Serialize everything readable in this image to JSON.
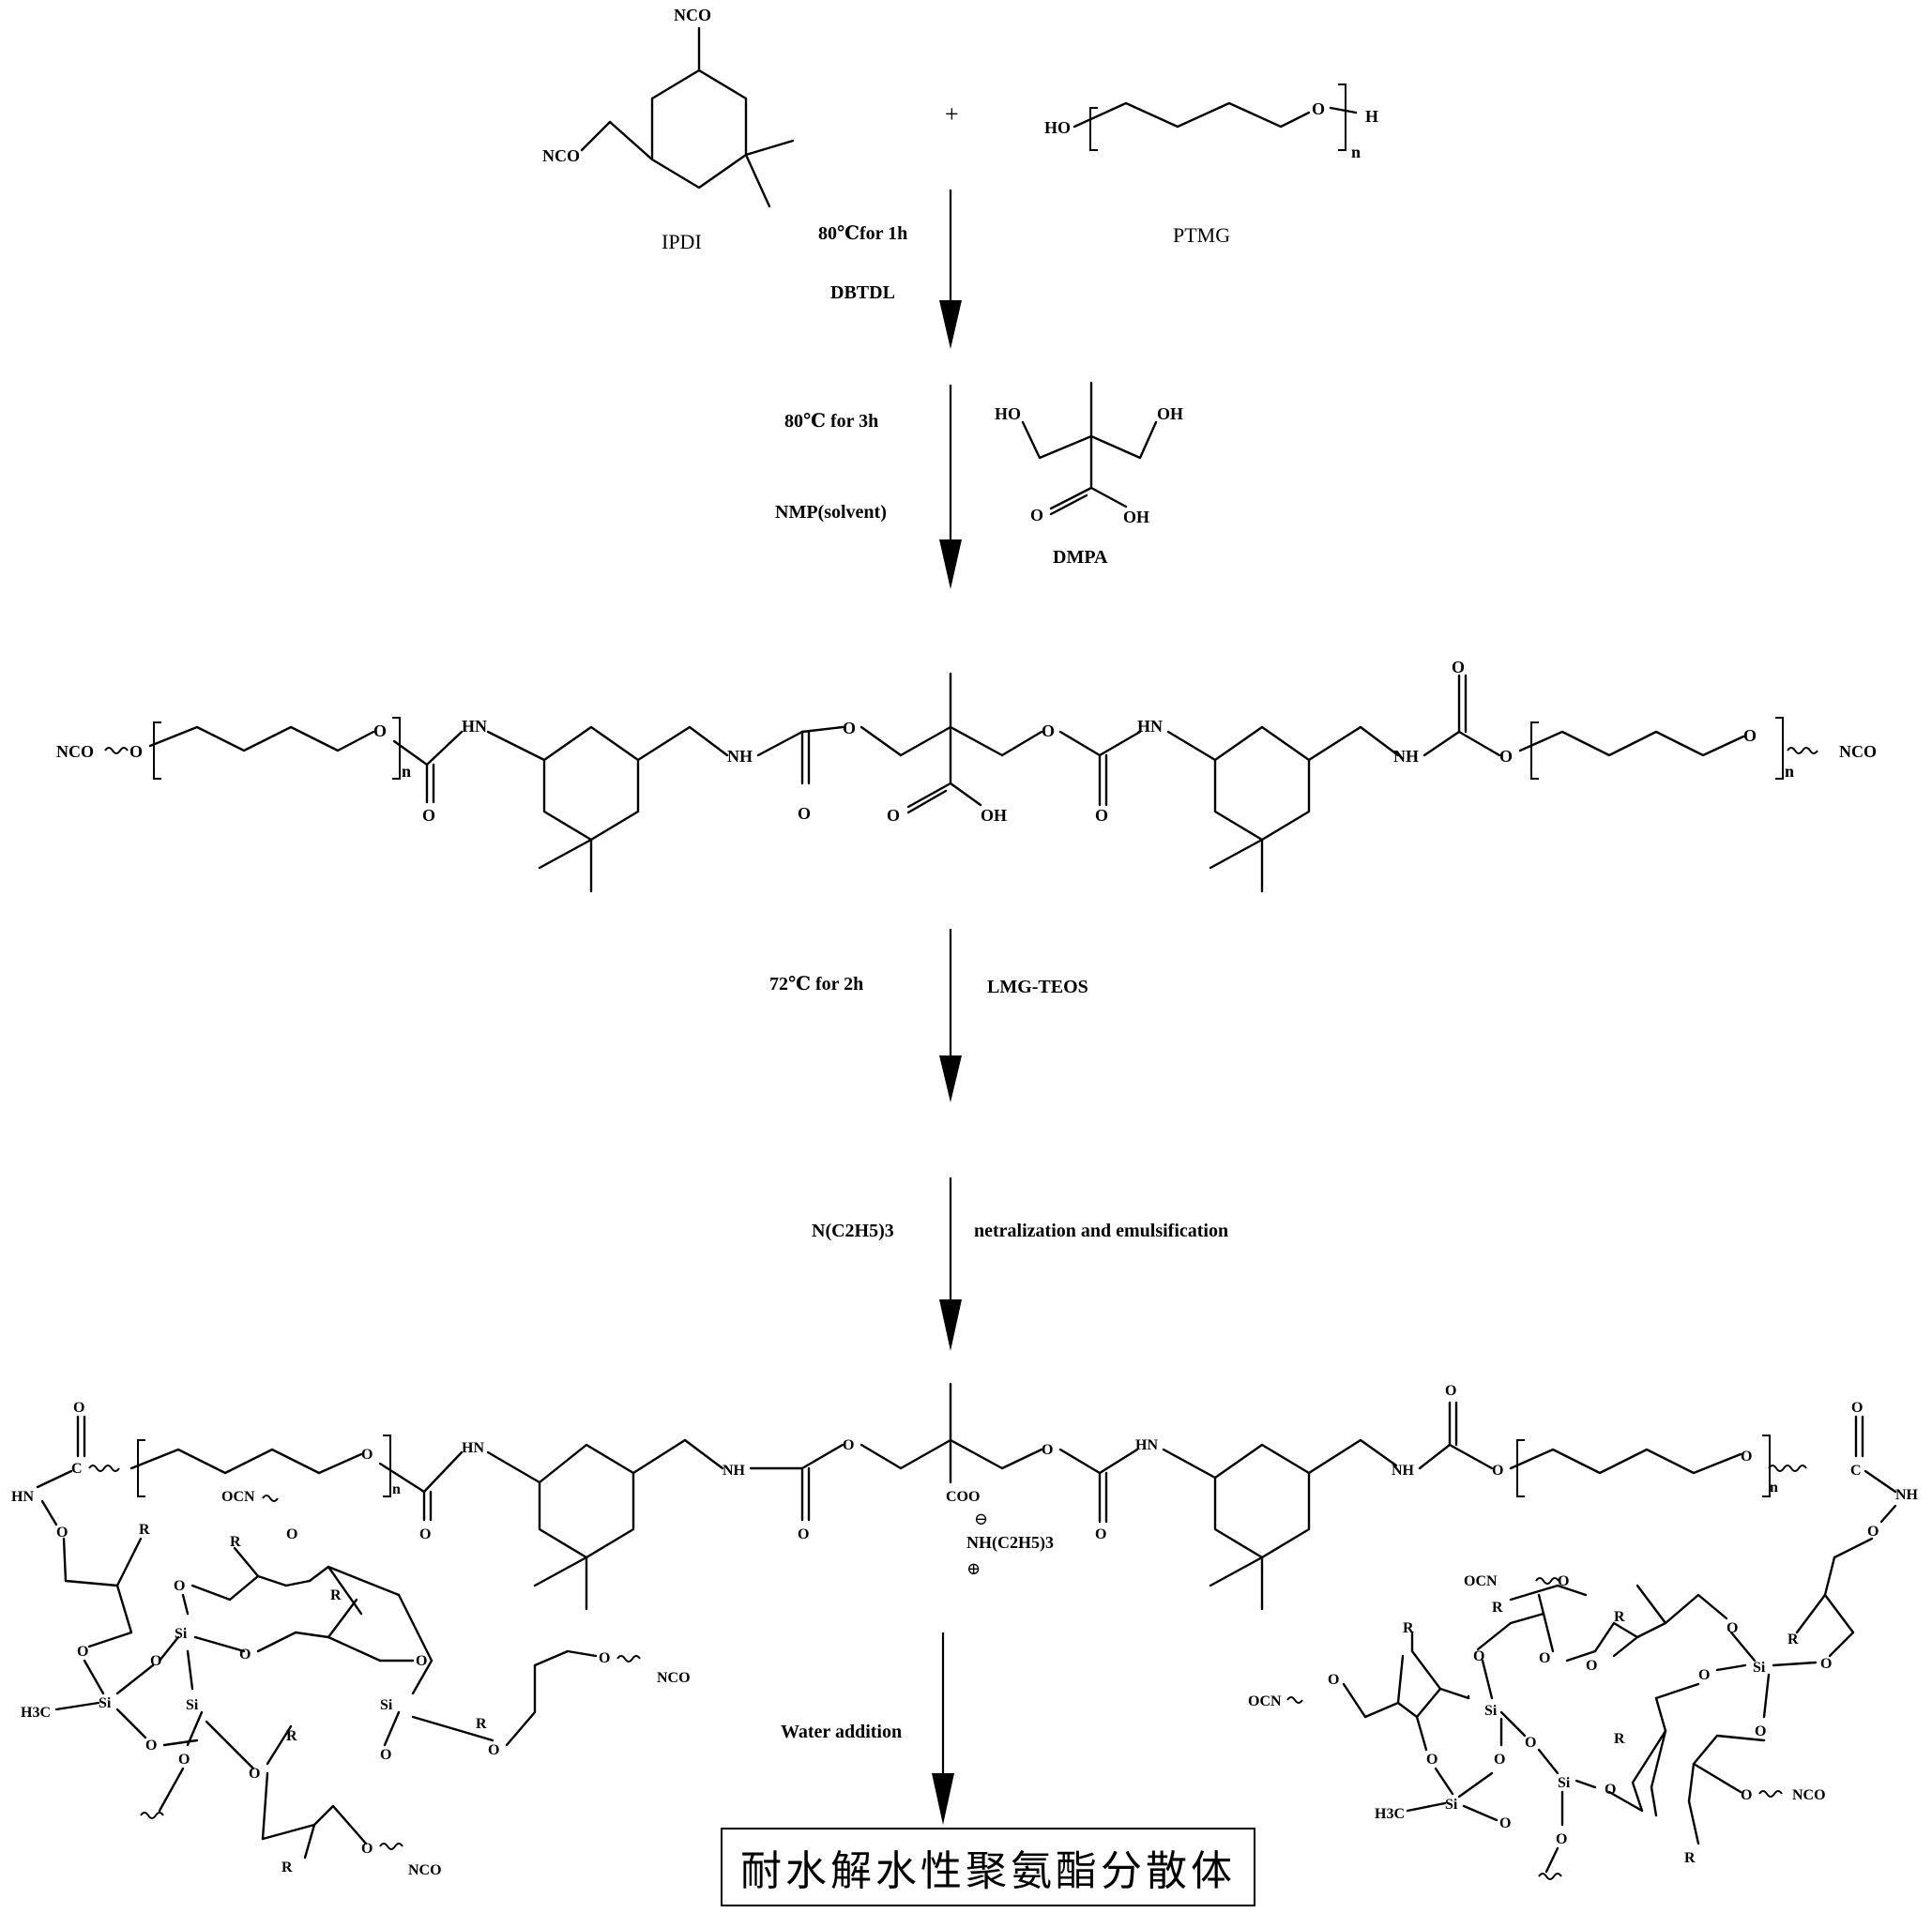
{
  "reactants": {
    "ipdi": {
      "name": "IPDI",
      "group_top": "NCO",
      "group_left": "NCO"
    },
    "plus": "+",
    "ptmg": {
      "name": "PTMG",
      "ho": "HO",
      "o": "O",
      "h": "H",
      "n": "n"
    }
  },
  "steps": {
    "step1": {
      "temp": "80℃for 1h",
      "catalyst": "DBTDL"
    },
    "step2": {
      "temp": "80℃ for 3h",
      "solvent": "NMP(solvent)",
      "reagent": {
        "name": "DMPA",
        "oh1": "HO",
        "oh2": "OH",
        "o": "O",
        "oh3": "OH"
      }
    },
    "step3": {
      "temp": "72℃ for 2h",
      "reagent": "LMG-TEOS"
    },
    "step4": {
      "reagent": "N(C2H5)3",
      "process": "netralization and emulsification"
    },
    "step5": {
      "process": "Water addition"
    }
  },
  "intermediate": {
    "nco_left": "NCO",
    "nco_right": "NCO",
    "o": "O",
    "hn": "HN",
    "nh": "NH",
    "oh": "OH",
    "n": "n"
  },
  "final": {
    "o": "O",
    "c": "C",
    "hn": "HN",
    "nh": "NH",
    "n": "n",
    "carboxylate": "COO",
    "minus": "⊖",
    "ammonium": "NH(C2H5)3",
    "plus": "⊕",
    "ocn": "OCN",
    "nco": "NCO",
    "r": "R",
    "si": "Si",
    "h3c": "H3C"
  },
  "product": "耐水解水性聚氨酯分散体"
}
